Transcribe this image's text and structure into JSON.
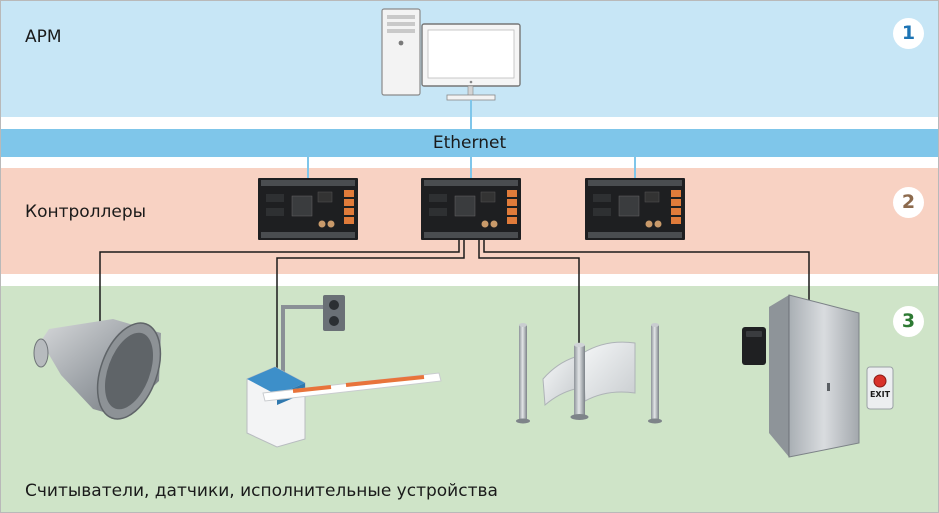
{
  "layers": {
    "workstation": {
      "label": "АРМ",
      "number": "1",
      "color": "#1d74b4"
    },
    "network": {
      "label": "Ethernet"
    },
    "controllers": {
      "label": "Контроллеры",
      "number": "2",
      "color": "#8c6a4d"
    },
    "devices": {
      "label": "Считыватели, датчики, исполнительные устройства",
      "number": "3",
      "color": "#2e7a34"
    }
  },
  "devices": {
    "exit_button_text": "EXIT"
  },
  "colors": {
    "workstation_band": "#c7e6f6",
    "ethernet_band": "#7fc6ea",
    "controllers_band": "#f8d2c3",
    "devices_band": "#cfe4c8"
  }
}
